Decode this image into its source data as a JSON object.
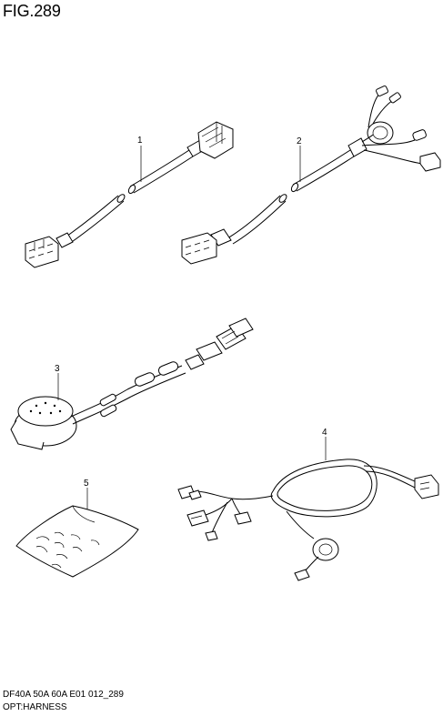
{
  "figure": {
    "title": "FIG.289"
  },
  "footer": {
    "model": "DF40A 50A 60A E01 012_289",
    "name": "OPT:HARNESS"
  },
  "callouts": [
    {
      "number": "1"
    },
    {
      "number": "2"
    },
    {
      "number": "3"
    },
    {
      "number": "4"
    },
    {
      "number": "5"
    }
  ]
}
